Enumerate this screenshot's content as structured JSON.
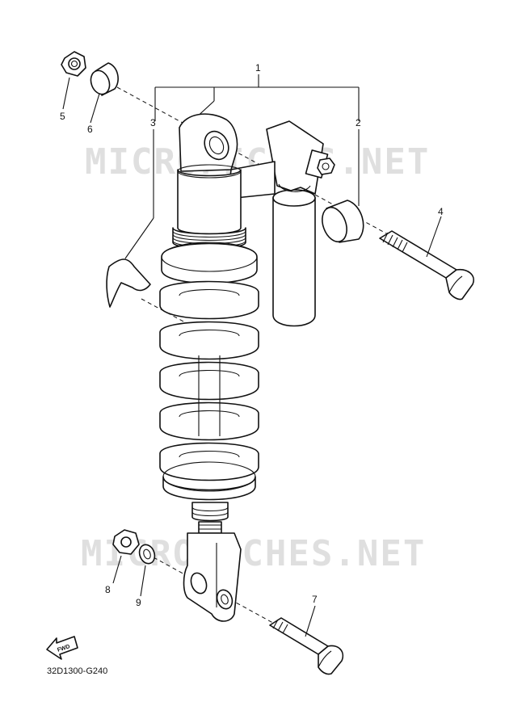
{
  "watermark": {
    "text": "MICROFICHES.NET"
  },
  "callouts": [
    {
      "id": "1",
      "label": "1"
    },
    {
      "id": "2",
      "label": "2"
    },
    {
      "id": "3",
      "label": "3"
    },
    {
      "id": "4",
      "label": "4"
    },
    {
      "id": "5",
      "label": "5"
    },
    {
      "id": "6",
      "label": "6"
    },
    {
      "id": "7",
      "label": "7"
    },
    {
      "id": "8",
      "label": "8"
    },
    {
      "id": "9",
      "label": "9"
    }
  ],
  "fwd_badge": {
    "text": "FWD"
  },
  "diagram_code": "32D1300-G240"
}
